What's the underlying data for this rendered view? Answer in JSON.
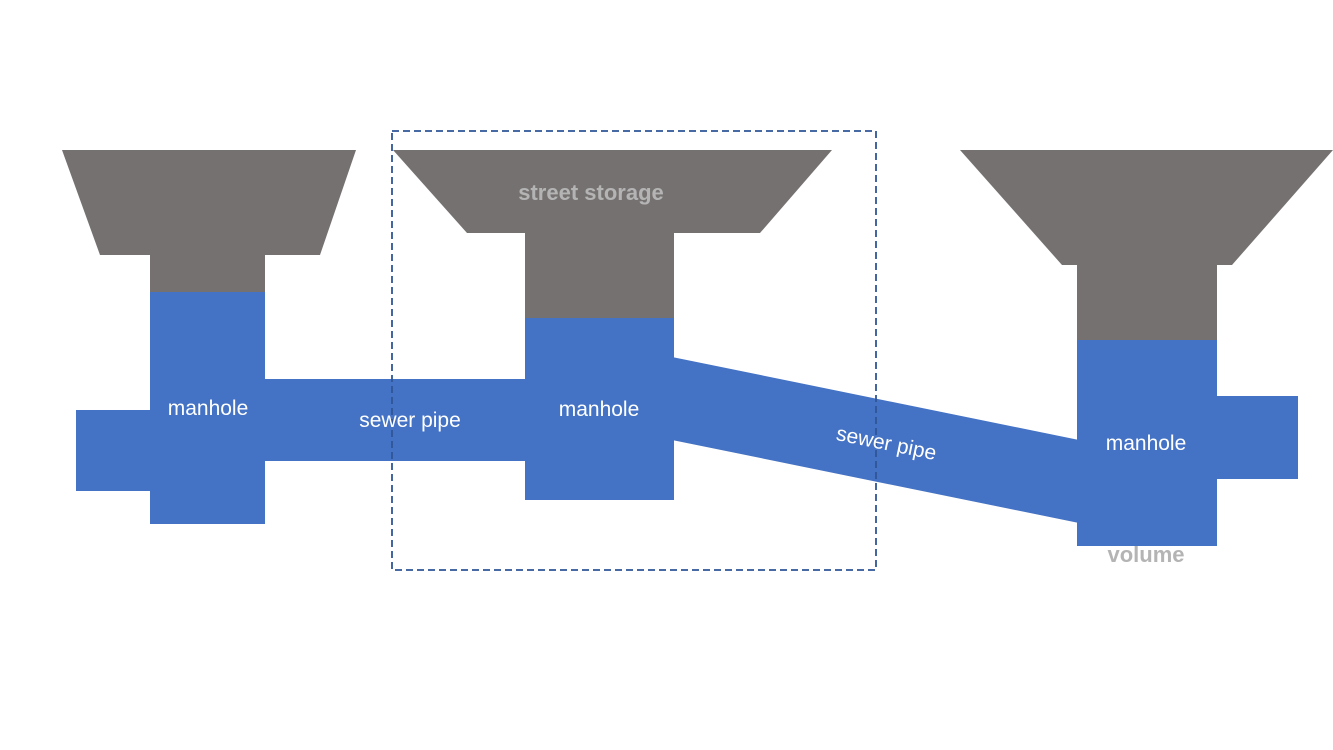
{
  "colors": {
    "water": "#4472c4",
    "storage": "#767171",
    "label_grey": "#b4b4b4",
    "selection": "#2f5597"
  },
  "labels": {
    "manhole_left": "manhole",
    "pipe_left": "sewer pipe",
    "manhole_middle": "manhole",
    "street_storage": "street storage",
    "pipe_right": "sewer pipe",
    "manhole_right": "manhole",
    "volume": "volume"
  }
}
